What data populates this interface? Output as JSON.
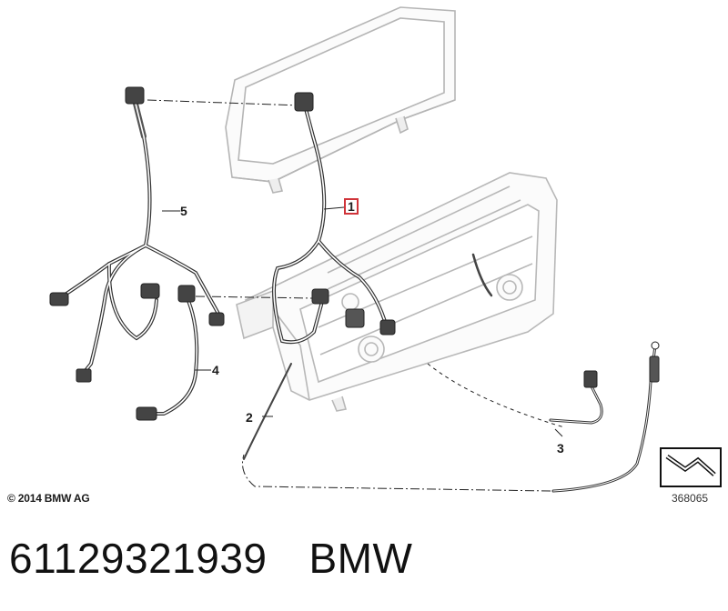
{
  "callouts": [
    {
      "id": "1",
      "label": "1",
      "highlighted": true
    },
    {
      "id": "2",
      "label": "2",
      "highlighted": false
    },
    {
      "id": "3",
      "label": "3",
      "highlighted": false
    },
    {
      "id": "4",
      "label": "4",
      "highlighted": false
    },
    {
      "id": "5",
      "label": "5",
      "highlighted": false
    }
  ],
  "copyright": "© 2014 BMW AG",
  "figure_number": "368065",
  "footer": {
    "part_number": "61129321939",
    "brand": "BMW"
  },
  "colors": {
    "highlight": "#d0343a",
    "line": "#222222",
    "component_outline": "#b8b8b8"
  }
}
